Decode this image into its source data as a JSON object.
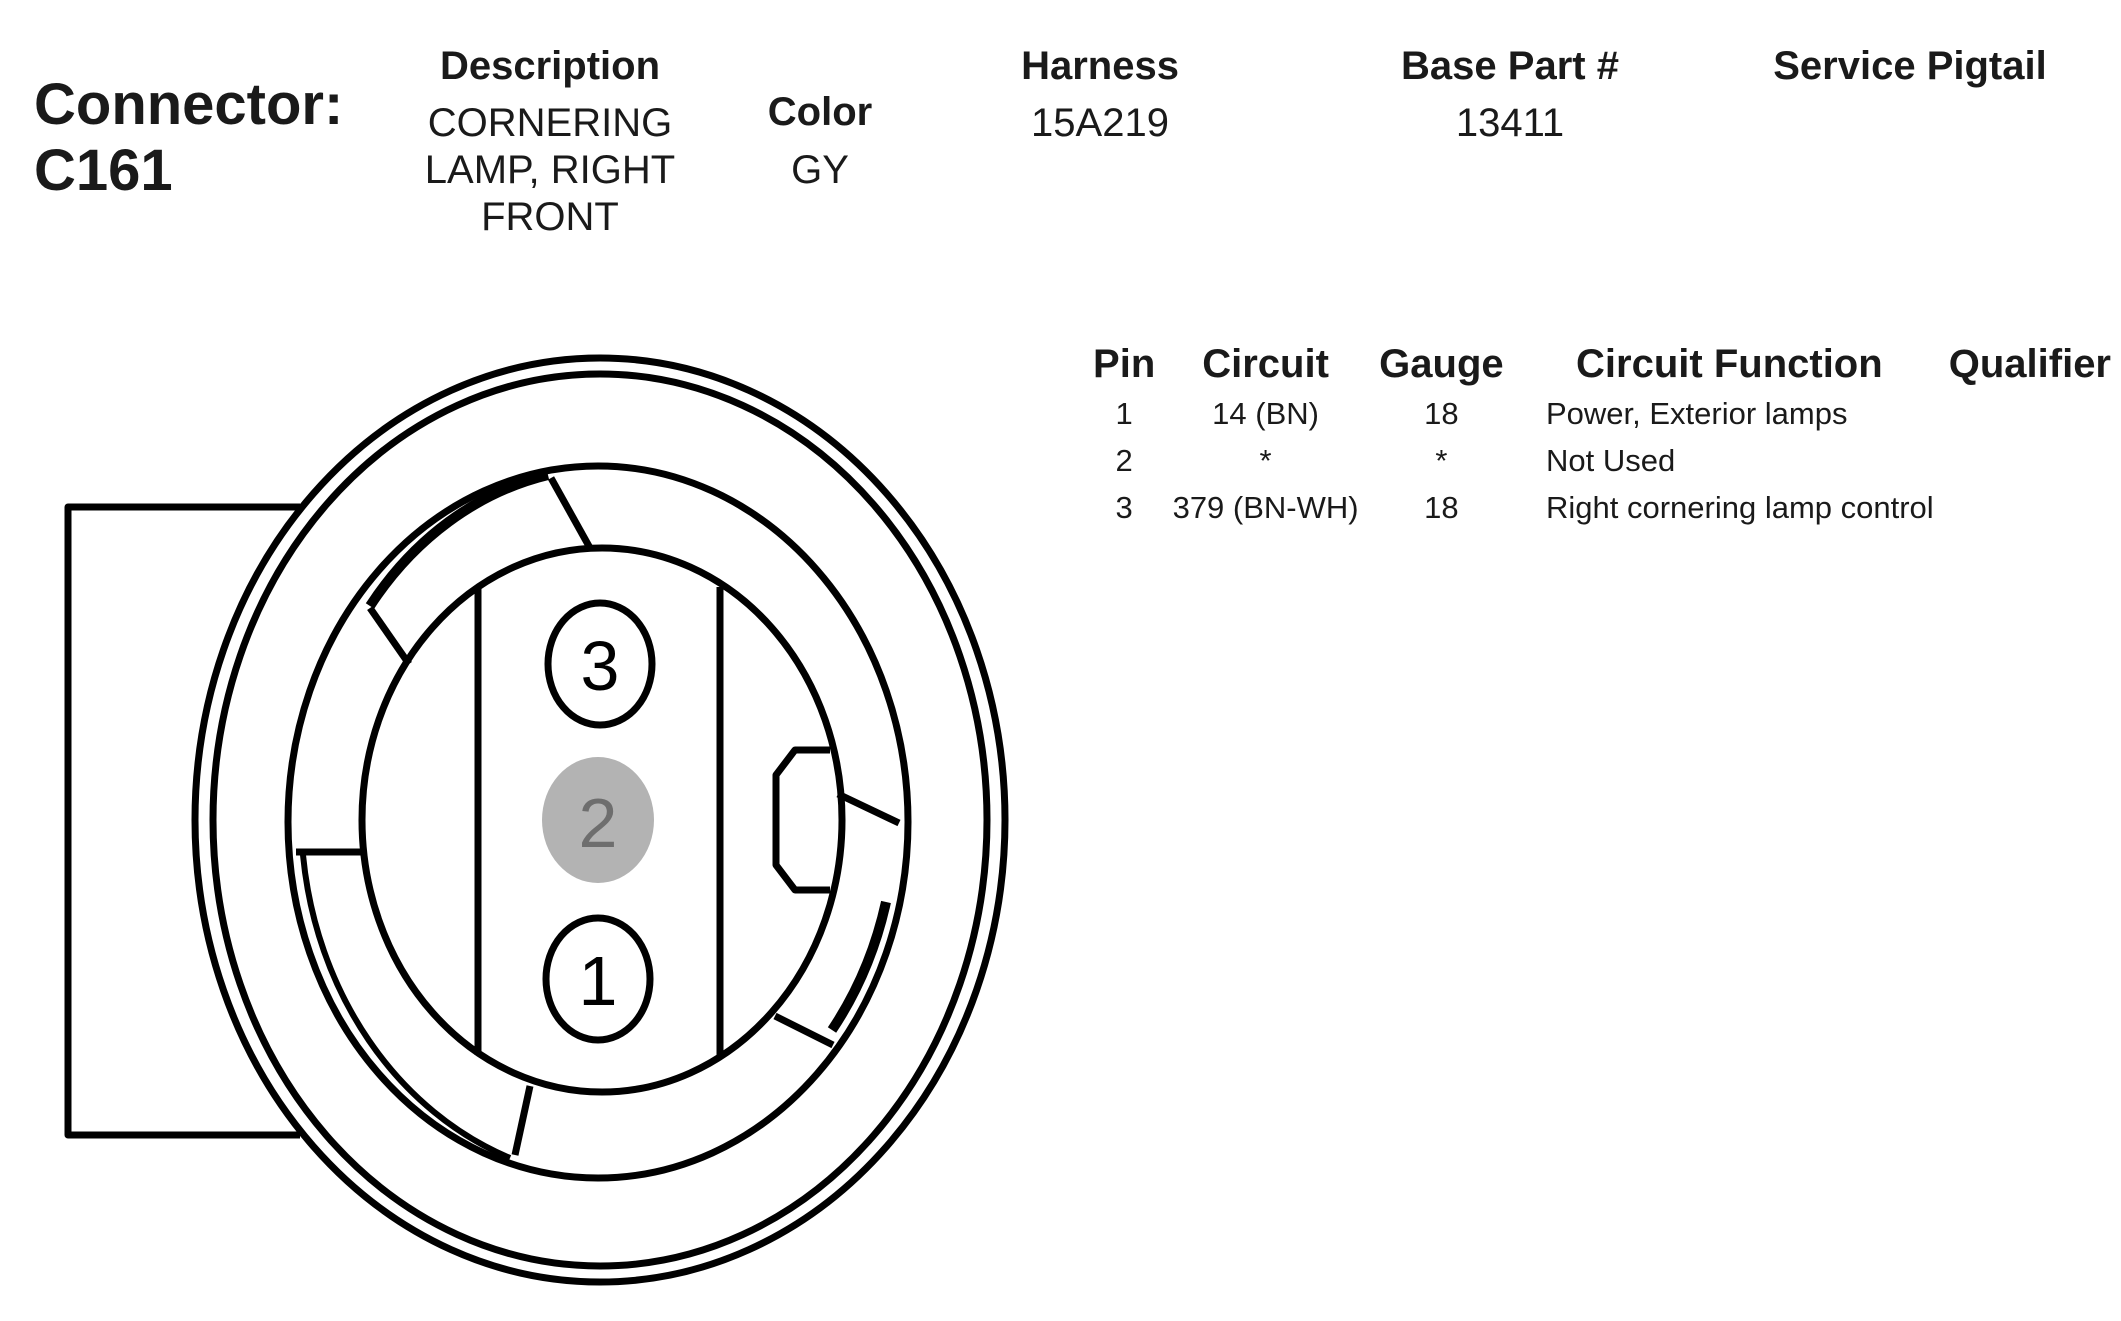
{
  "connector": {
    "label": "Connector:",
    "id": "C161"
  },
  "header": {
    "description_label": "Description",
    "description_lines": [
      "CORNERING",
      "LAMP, RIGHT",
      "FRONT"
    ],
    "color_label": "Color",
    "color_value": "GY",
    "harness_label": "Harness",
    "harness_value": "15A219",
    "base_part_label": "Base Part #",
    "base_part_value": "13411",
    "service_pigtail_label": "Service Pigtail"
  },
  "pin_table": {
    "columns": [
      "Pin",
      "Circuit",
      "Gauge",
      "Circuit Function",
      "Qualifier"
    ],
    "rows": [
      {
        "pin": "1",
        "circuit": "14 (BN)",
        "gauge": "18",
        "function": "Power, Exterior lamps",
        "qualifier": ""
      },
      {
        "pin": "2",
        "circuit": "*",
        "gauge": "*",
        "function": "Not Used",
        "qualifier": ""
      },
      {
        "pin": "3",
        "circuit": "379 (BN-WH)",
        "gauge": "18",
        "function": "Right cornering lamp control",
        "qualifier": ""
      }
    ]
  },
  "diagram": {
    "pins": [
      {
        "label": "3",
        "used": true
      },
      {
        "label": "2",
        "used": false
      },
      {
        "label": "1",
        "used": true
      }
    ],
    "colors": {
      "outline": "#000000",
      "unused_fill": "#b3b3b3",
      "unused_text": "#6e6e6e"
    }
  }
}
